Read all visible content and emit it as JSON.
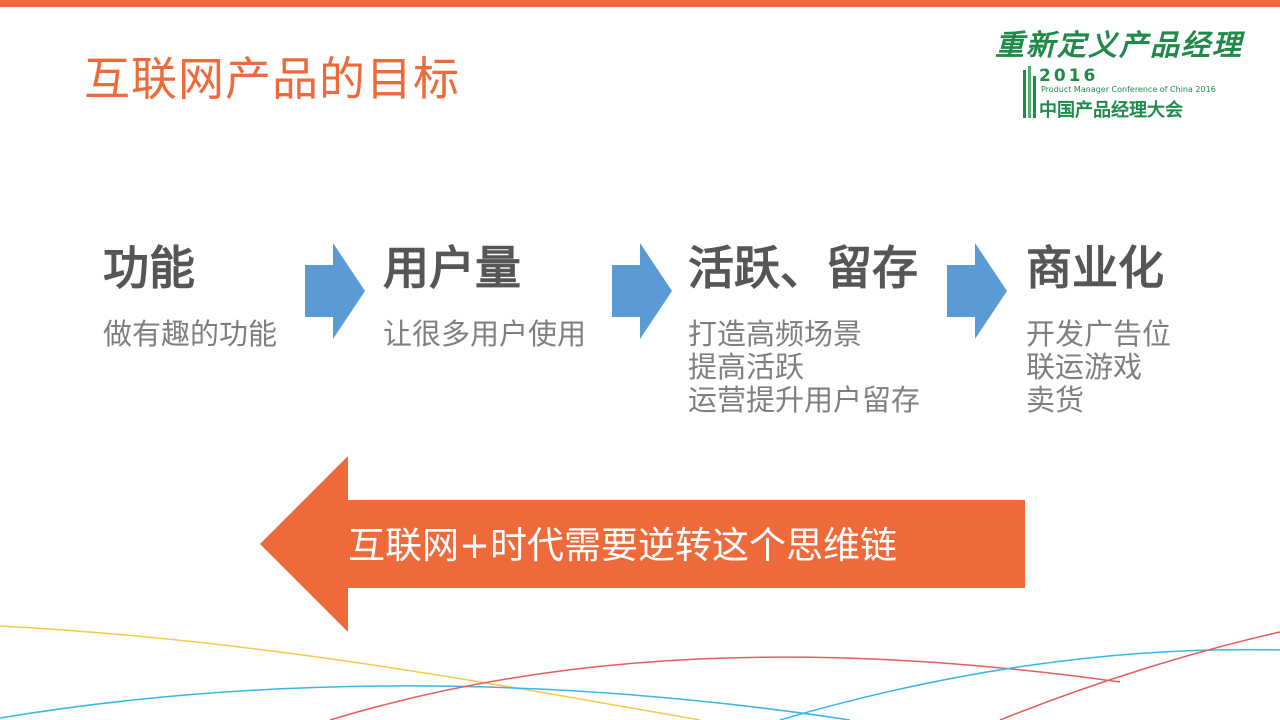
{
  "slide": {
    "title": "互联网产品的目标",
    "logo": {
      "slogan": "重新定义产品经理",
      "year": "2016",
      "subtitle": "Product Manager Conference of China 2016",
      "org": "中国产品经理大会"
    },
    "steps": [
      {
        "title": "功能",
        "lines": [
          "做有趣的功能"
        ]
      },
      {
        "title": "用户量",
        "lines": [
          "让很多用户使用"
        ]
      },
      {
        "title": "活跃、留存",
        "lines": [
          "打造高频场景",
          "提高活跃",
          "运营提升用户留存"
        ]
      },
      {
        "title": "商业化",
        "lines": [
          "开发广告位",
          "联运游戏",
          "卖货"
        ]
      }
    ],
    "banner": "互联网+时代需要逆转这个思维链"
  },
  "colors": {
    "accent": "#ef6a3a",
    "flow_arrow": "#5b9bd5",
    "logo_green": "#1f8a4a",
    "step_title": "#565656",
    "step_text": "#7f7f7f"
  },
  "icons": [
    "right-arrow-icon",
    "left-arrow-icon"
  ]
}
